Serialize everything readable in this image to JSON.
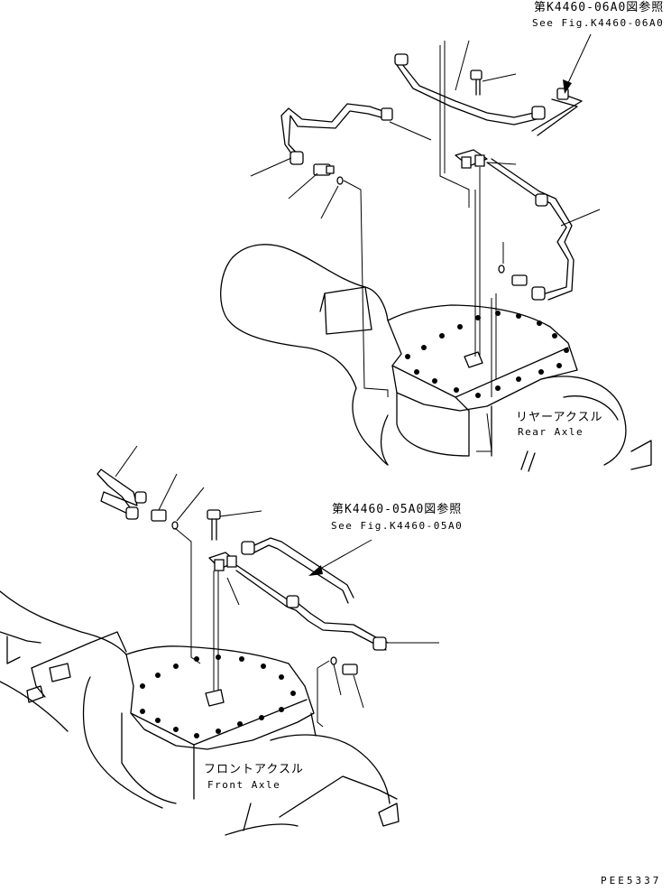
{
  "references": {
    "upper_jp": "第K4460-06A0図参照",
    "upper_en": "See Fig.K4460-06A0",
    "lower_jp": "第K4460-05A0図参照",
    "lower_en": "See Fig.K4460-05A0"
  },
  "axles": {
    "rear_jp": "リヤーアクスル",
    "rear_en": "Rear Axle",
    "front_jp": "フロントアクスル",
    "front_en": "Front Axle"
  },
  "drawing_code": "PEE5337"
}
